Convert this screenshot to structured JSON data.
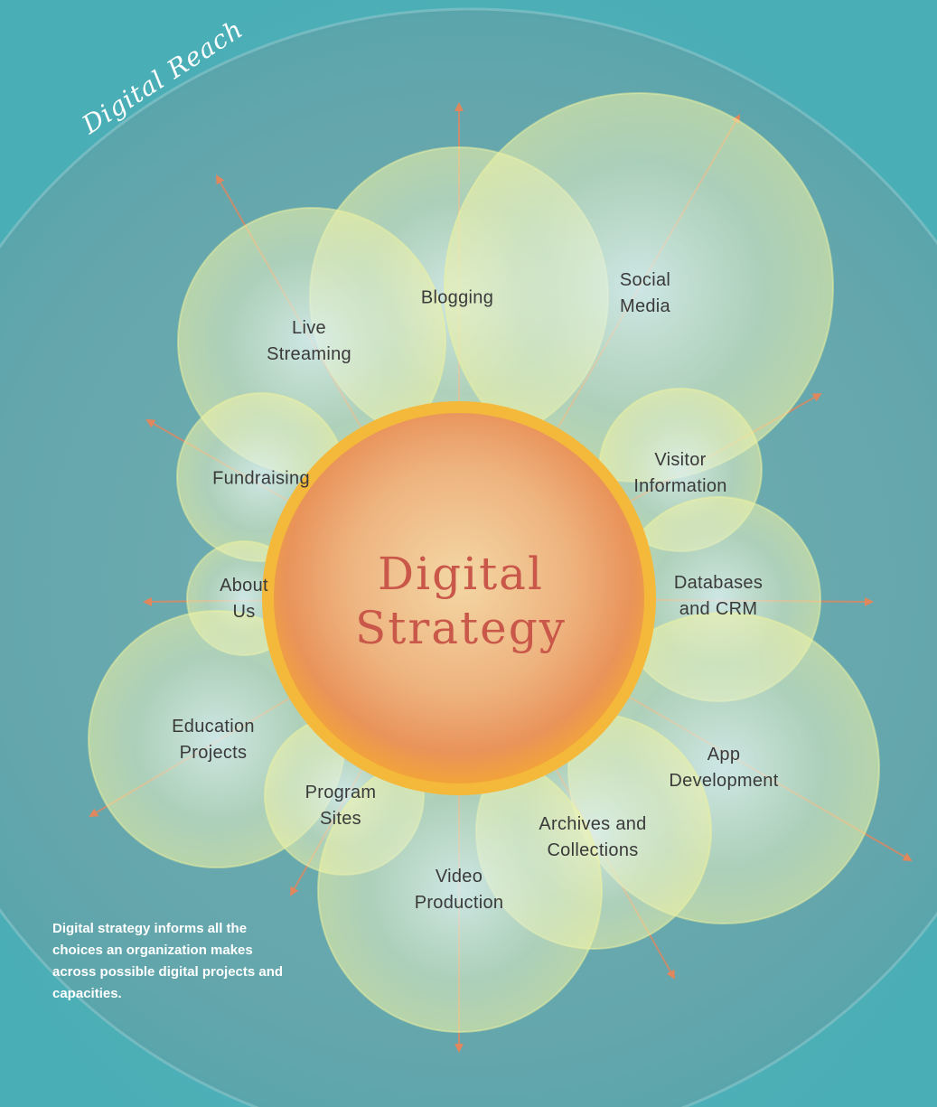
{
  "diagram": {
    "outer_label": "Digital Reach",
    "center_title_line1": "Digital",
    "center_title_line2": "Strategy",
    "caption": "Digital strategy informs all the choices an organization makes across possible digital projects and capacities.",
    "nodes": [
      {
        "line1": "Blogging",
        "line2": ""
      },
      {
        "line1": "Social",
        "line2": "Media"
      },
      {
        "line1": "Live",
        "line2": "Streaming"
      },
      {
        "line1": "Fundraising",
        "line2": ""
      },
      {
        "line1": "Visitor",
        "line2": "Information"
      },
      {
        "line1": "About",
        "line2": "Us"
      },
      {
        "line1": "Databases",
        "line2": "and CRM"
      },
      {
        "line1": "Education",
        "line2": "Projects"
      },
      {
        "line1": "App",
        "line2": "Development"
      },
      {
        "line1": "Program",
        "line2": "Sites"
      },
      {
        "line1": "Archives and",
        "line2": "Collections"
      },
      {
        "line1": "Video",
        "line2": "Production"
      }
    ],
    "colors": {
      "background": "#4fb3ba",
      "reach_ring": "#6aa9ae",
      "bubble": "#e8efb8",
      "center_outer": "#f2a33a",
      "center_inner": "#f3d9a8",
      "title": "#c9574a",
      "arrow": "#e0875e"
    }
  }
}
